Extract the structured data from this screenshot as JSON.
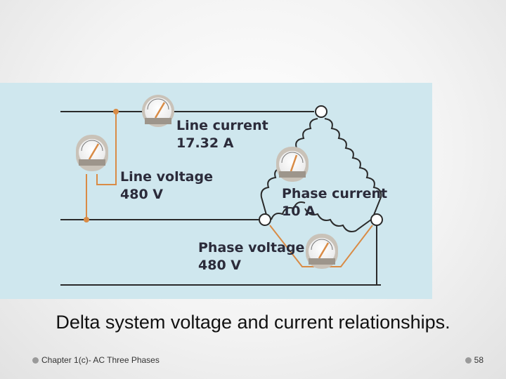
{
  "diagram": {
    "line_current_title": "Line current",
    "line_current_value": "17.32 A",
    "line_voltage_title": "Line voltage",
    "line_voltage_value": "480 V",
    "phase_current_title": "Phase current",
    "phase_current_value": "10 A",
    "phase_voltage_title": "Phase voltage",
    "phase_voltage_value": "480 V",
    "colors": {
      "panel": "#cfe7ee",
      "wire": "#2a2a2a",
      "meter_lead": "#d98b45"
    }
  },
  "caption": "Delta system voltage and current relationships.",
  "footer": {
    "chapter": "Chapter 1(c)- AC Three Phases",
    "page_number": "58"
  }
}
